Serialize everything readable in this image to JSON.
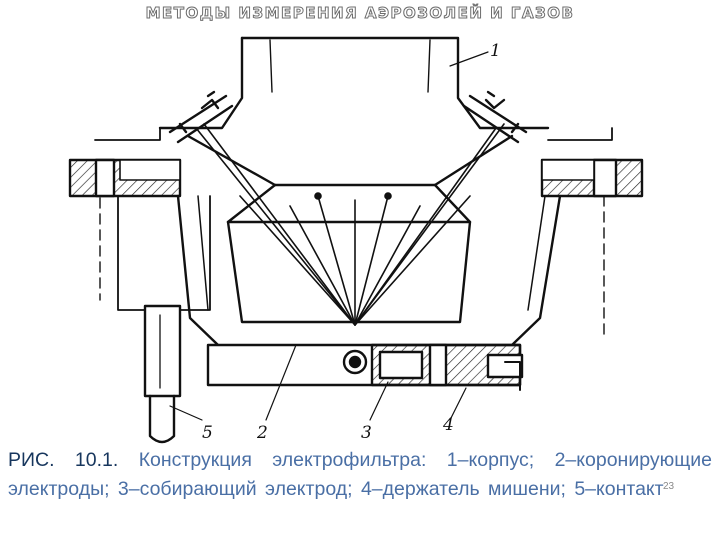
{
  "header": {
    "title": "МЕТОДЫ ИЗМЕРЕНИЯ АЭРОЗОЛЕЙ И ГАЗОВ"
  },
  "figure": {
    "part_labels": [
      "1",
      "2",
      "3",
      "4",
      "5"
    ]
  },
  "caption": {
    "figure_number": "РИС. 10.1.",
    "text": " Конструкция электрофильтра: 1–корпус; 2–коронирующие электроды; 3–собирающий электрод; 4–держатель мишени; 5–контакт"
  },
  "footer": {
    "page_number": "23"
  }
}
